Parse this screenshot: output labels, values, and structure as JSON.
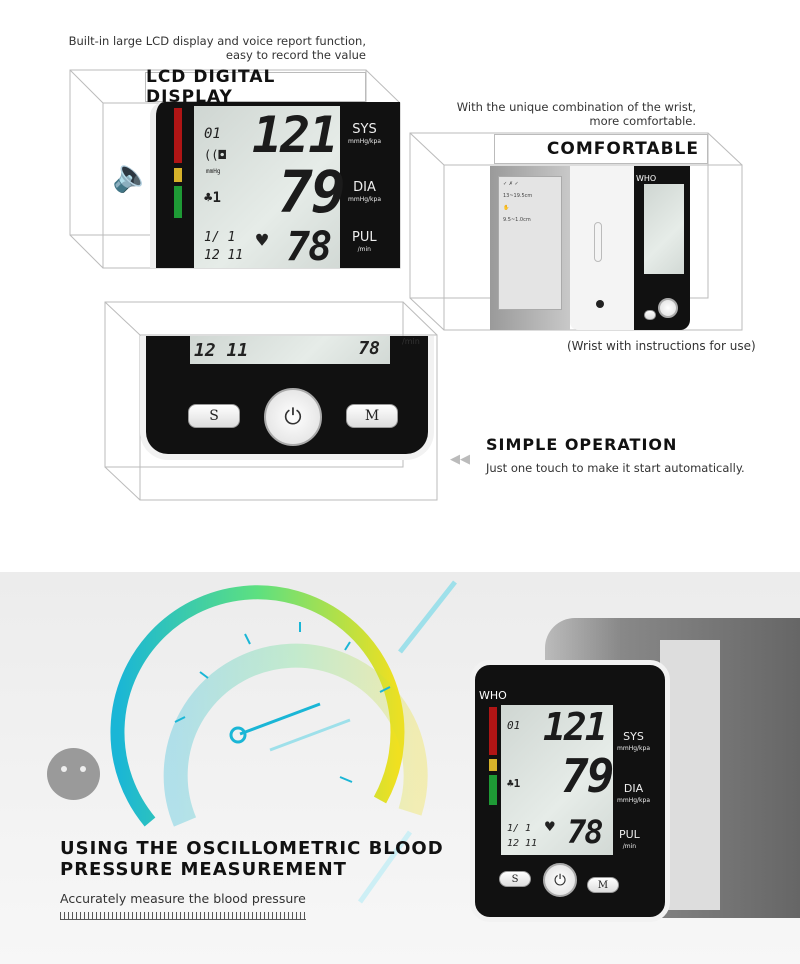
{
  "lcd_section": {
    "caption_line1": "Built-in large LCD display and voice report function,",
    "caption_line2": "easy to record the value",
    "title": "LCD DIGITAL DISPLAY"
  },
  "comfort_section": {
    "caption_line1": "With the unique combination of the wrist,",
    "caption_line2": "more comfortable.",
    "title": "COMFORTABLE",
    "note": "(Wrist with instructions for use)",
    "cuff_text": "WHO"
  },
  "operation_section": {
    "title": "SIMPLE OPERATION",
    "subtitle": "Just one touch to make it start automatically.",
    "unit": "/min"
  },
  "device": {
    "brand": "WHO",
    "memory": "01",
    "unit": "mmHg",
    "user": "1",
    "date": "1/ 1",
    "time": "12 11",
    "systolic": "121",
    "diastolic": "79",
    "pulse": "78",
    "sys_label": "SYS",
    "dia_label": "DIA",
    "pul_label": "PUL",
    "pressure_unit": "mmHg/kpa",
    "pulse_unit": "/min",
    "button_s": "S",
    "button_m": "M",
    "power_symbol": "⏻"
  },
  "measure_section": {
    "title_line1": "USING THE OSCILLOMETRIC BLOOD",
    "title_line2": "PRESSURE MEASUREMENT",
    "subtitle": "Accurately measure the blood pressure"
  },
  "colors": {
    "bar_red": "#b01515",
    "bar_yellow": "#d6b22a",
    "bar_green": "#1e9a35",
    "gauge_start": "#1ab6d6",
    "gauge_end": "#f0e020"
  }
}
